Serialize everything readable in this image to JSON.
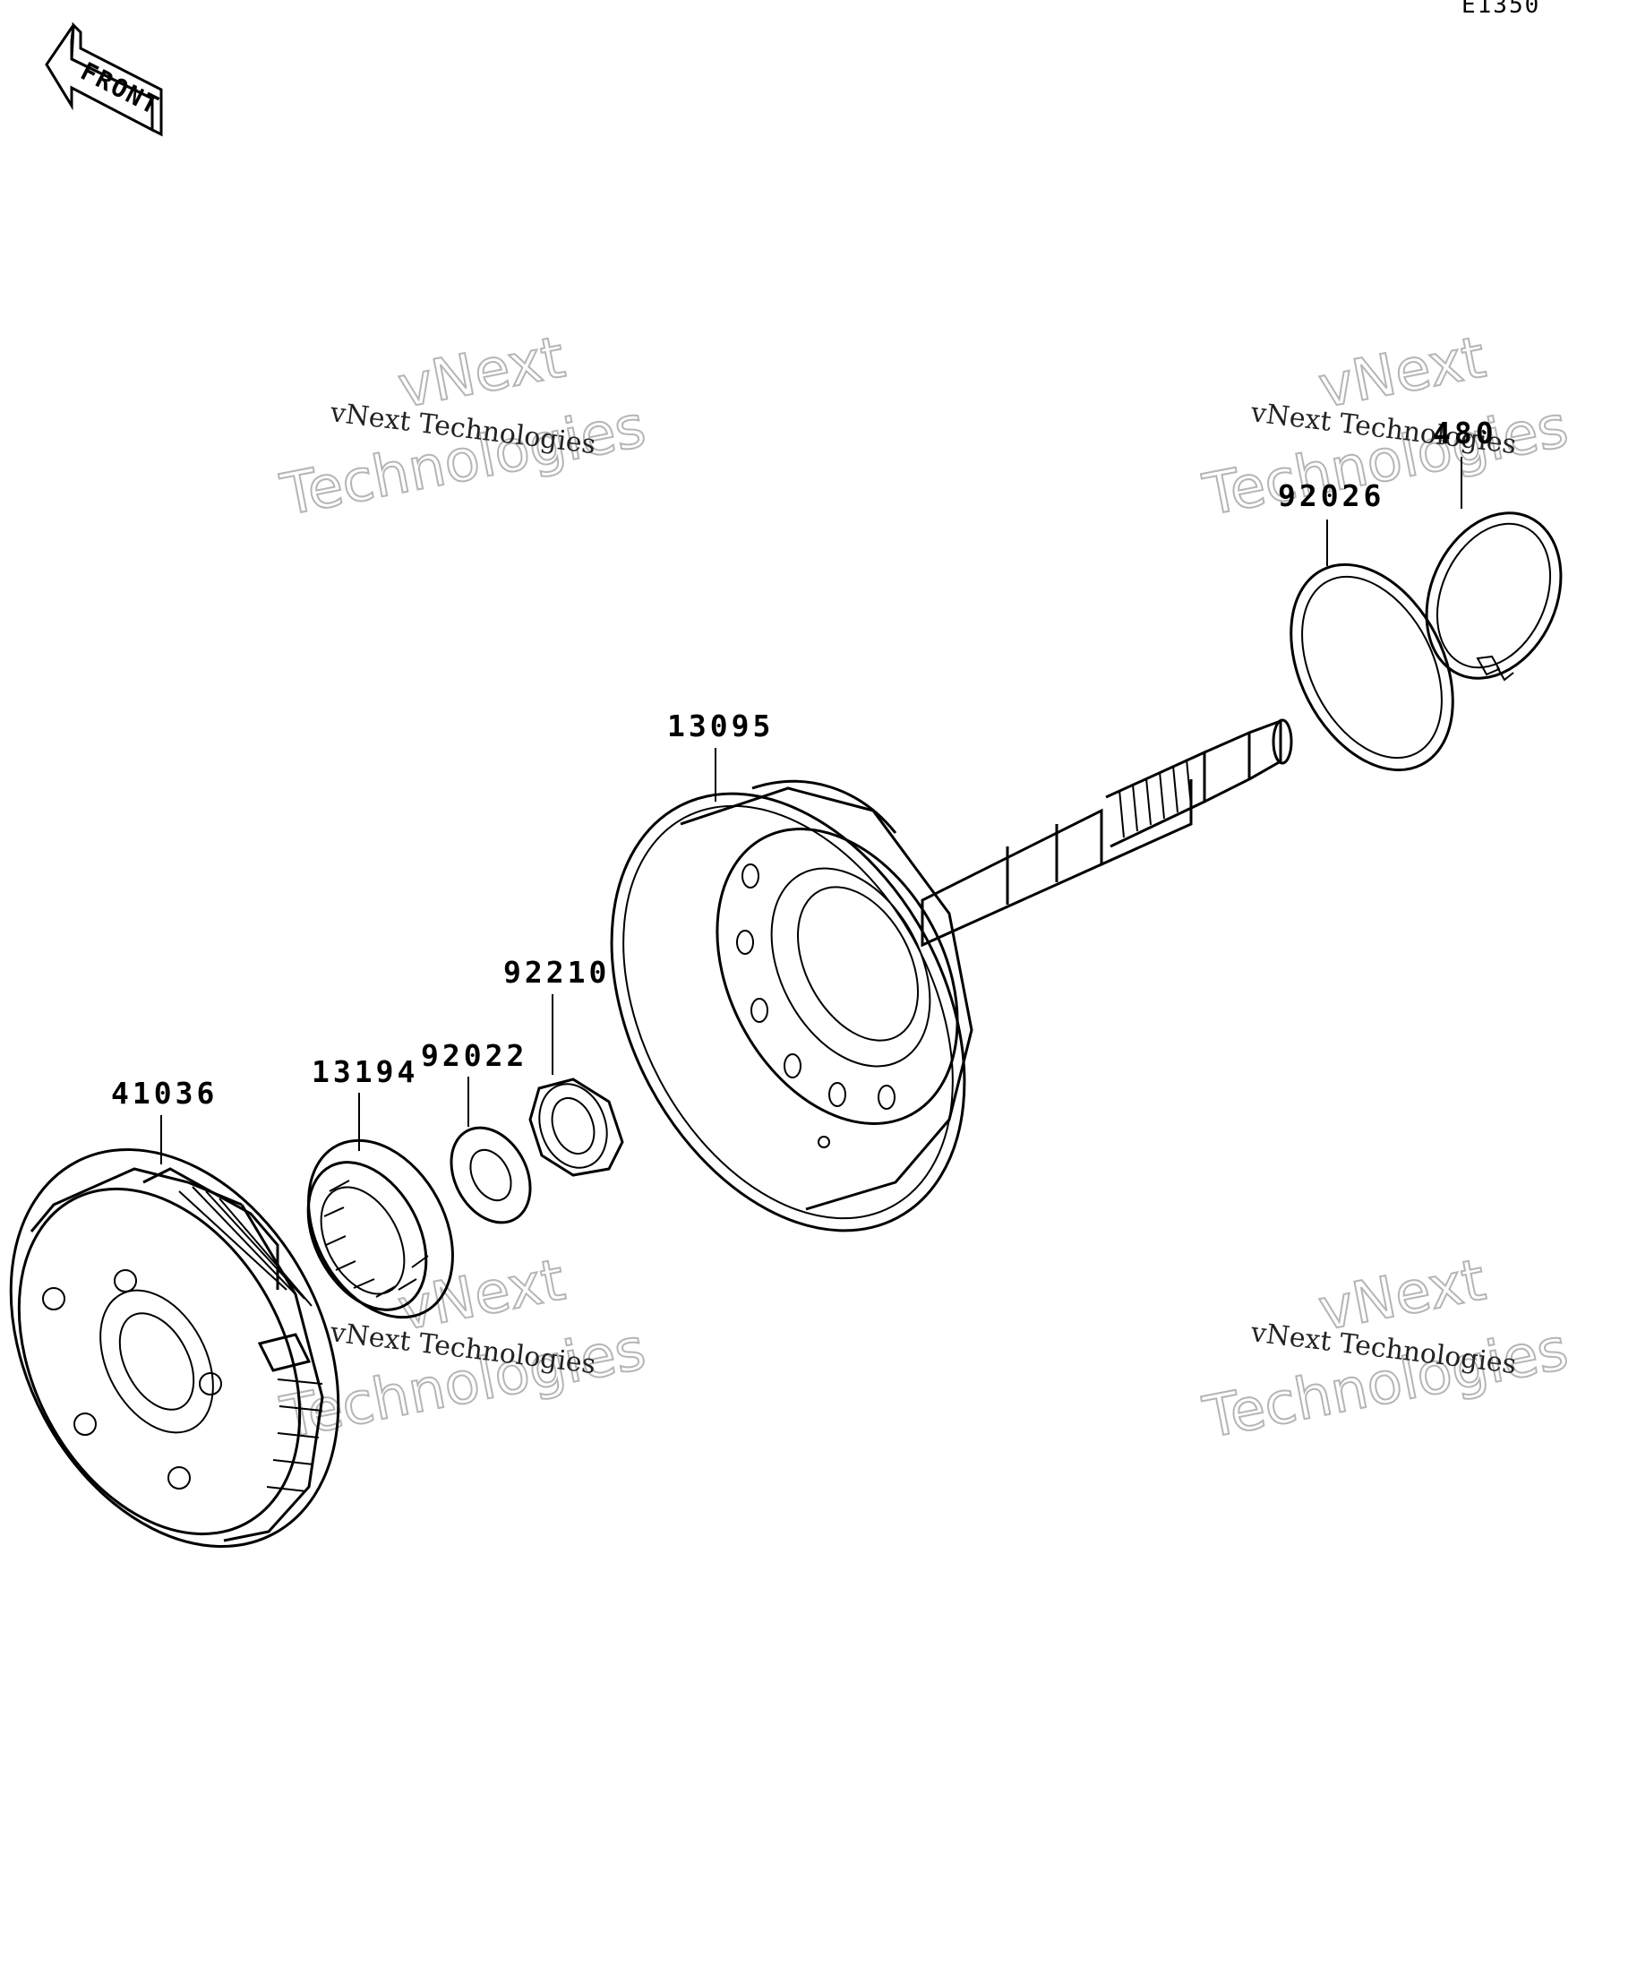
{
  "diagram_code": "E1350",
  "front_label": "FRONT",
  "watermark": {
    "line_small": "vNext Technologies",
    "line_big_1": "vNext",
    "line_big_2": "Technologies"
  },
  "parts": [
    {
      "number": "41036",
      "icon": "clutch-housing-icon"
    },
    {
      "number": "13194",
      "icon": "one-way-clutch-icon"
    },
    {
      "number": "92022",
      "icon": "washer-icon"
    },
    {
      "number": "92210",
      "icon": "nut-icon"
    },
    {
      "number": "13095",
      "icon": "drum-shaft-icon"
    },
    {
      "number": "92026",
      "icon": "spacer-ring-icon"
    },
    {
      "number": "480",
      "icon": "circlip-icon"
    }
  ]
}
